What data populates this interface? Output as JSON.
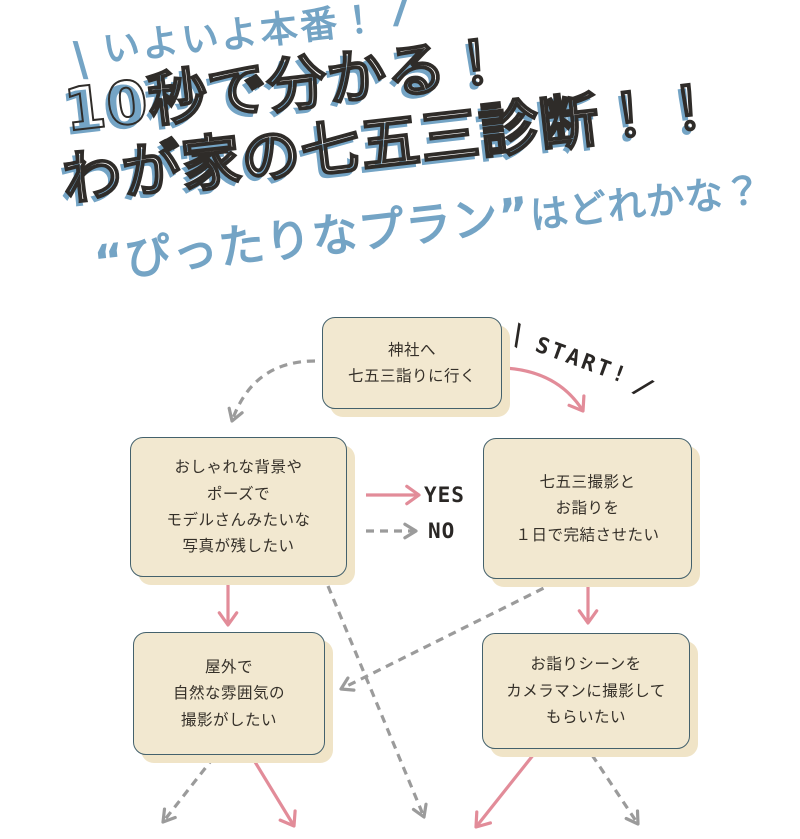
{
  "colors": {
    "blue": "#74a4c5",
    "outline": "#2f2c29",
    "pink": "#e28c99",
    "gray": "#9b9b9b",
    "box_fill": "#f2e8d0",
    "box_border": "#44616c",
    "box_shadow": "#f0e4c7",
    "box_text": "#353029",
    "text_dark": "#2a2725"
  },
  "title": {
    "slash_left": "\\",
    "slash_right": "/",
    "tagline": "いよいよ本番！",
    "line1": "10秒で分かる！",
    "line2": "わが家の七五三診断！！",
    "line3_big": "“ぴったりなプラン”",
    "line3_small": "はどれかな？"
  },
  "flow": {
    "start": {
      "slash_left": "\\",
      "label": "START!",
      "slash_right": "/"
    },
    "legend": {
      "yes": "YES",
      "no": "NO"
    },
    "boxes": {
      "start": {
        "lines": [
          "神社へ",
          "七五三詣りに行く"
        ]
      },
      "q_left": {
        "lines": [
          "おしゃれな背景や",
          "ポーズで",
          "モデルさんみたいな",
          "写真が残したい"
        ]
      },
      "q_right": {
        "lines": [
          "七五三撮影と",
          "お詣りを",
          "１日で完結させたい"
        ]
      },
      "q_bottom_left": {
        "lines": [
          "屋外で",
          "自然な雰囲気の",
          "撮影がしたい"
        ]
      },
      "q_bottom_right": {
        "lines": [
          "お詣りシーンを",
          "カメラマンに撮影して",
          "もらいたい"
        ]
      }
    },
    "arrows": [
      {
        "name": "legend-yes-arrow",
        "kind": "yes",
        "from": [
          366,
          495
        ],
        "to": [
          419,
          495
        ]
      },
      {
        "name": "legend-no-arrow",
        "kind": "no",
        "from": [
          366,
          531
        ],
        "to": [
          416,
          531
        ]
      },
      {
        "name": "start-to-right-yes-arrow",
        "kind": "yes",
        "from": [
          504,
          368
        ],
        "ctrl": [
          558,
          371
        ],
        "to": [
          583,
          411
        ]
      },
      {
        "name": "start-to-left-no-arrow",
        "kind": "no",
        "from": [
          315,
          361
        ],
        "ctrl": [
          253,
          361
        ],
        "to": [
          232,
          421
        ]
      },
      {
        "name": "left-to-bottomleft-yes-arrow",
        "kind": "yes",
        "from": [
          228,
          584
        ],
        "to": [
          228,
          625
        ]
      },
      {
        "name": "right-to-bottomright-yes-arrow",
        "kind": "yes",
        "from": [
          588,
          584
        ],
        "to": [
          588,
          623
        ]
      },
      {
        "name": "left-no-exit-arrow",
        "kind": "no",
        "from": [
          328,
          586
        ],
        "to": [
          424,
          817
        ]
      },
      {
        "name": "right-to-bottomleft-no-arrow",
        "kind": "no",
        "from": [
          556,
          582
        ],
        "to": [
          341,
          689
        ]
      },
      {
        "name": "bottomleft-no-exit-arrow",
        "kind": "no",
        "from": [
          214,
          757
        ],
        "to": [
          163,
          822
        ]
      },
      {
        "name": "bottomleft-yes-exit-arrow",
        "kind": "yes",
        "from": [
          252,
          757
        ],
        "to": [
          294,
          826
        ]
      },
      {
        "name": "bottomright-yes-exit-arrow",
        "kind": "yes",
        "from": [
          534,
          754
        ],
        "to": [
          476,
          827
        ]
      },
      {
        "name": "bottomright-no-exit-arrow",
        "kind": "no",
        "from": [
          592,
          755
        ],
        "to": [
          638,
          824
        ]
      }
    ]
  }
}
